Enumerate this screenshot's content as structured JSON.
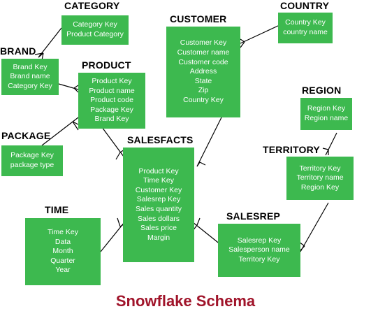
{
  "colors": {
    "box": "#3db94f",
    "box_text": "#ffffff",
    "title_text": "#000000",
    "caption": "#a0142a",
    "line": "#000000"
  },
  "caption": "Snowflake Schema",
  "entities": {
    "category": {
      "title": "CATEGORY",
      "fields": [
        "Category Key",
        "Product Category"
      ]
    },
    "brand": {
      "title": "BRAND",
      "fields": [
        "Brand Key",
        "Brand name",
        "Category Key"
      ]
    },
    "product": {
      "title": "PRODUCT",
      "fields": [
        "Product Key",
        "Product name",
        "Product code",
        "Package Key",
        "Brand Key"
      ]
    },
    "package": {
      "title": "PACKAGE",
      "fields": [
        "Package Key",
        "package type"
      ]
    },
    "customer": {
      "title": "CUSTOMER",
      "fields": [
        "Customer Key",
        "Customer name",
        "Customer code",
        "Address",
        "State",
        "Zip",
        "Country Key"
      ]
    },
    "country": {
      "title": "COUNTRY",
      "fields": [
        "Country Key",
        "country name"
      ]
    },
    "region": {
      "title": "REGION",
      "fields": [
        "Region Key",
        "Region name"
      ]
    },
    "territory": {
      "title": "TERRITORY",
      "fields": [
        "Territory Key",
        "Territory name",
        "Region Key"
      ]
    },
    "salesfacts": {
      "title": "SALESFACTS",
      "fields": [
        "Product Key",
        "Time Key",
        "Customer Key",
        "Salesrep Key",
        "Sales quantity",
        "Sales dollars",
        "Sales price",
        "Margin"
      ]
    },
    "time": {
      "title": "TIME",
      "fields": [
        "Time Key",
        "Data",
        "Month",
        "Quarter",
        "Year"
      ]
    },
    "salesrep": {
      "title": "SALESREP",
      "fields": [
        "Salesrep Key",
        "Salesperson name",
        "Territory Key"
      ]
    }
  }
}
